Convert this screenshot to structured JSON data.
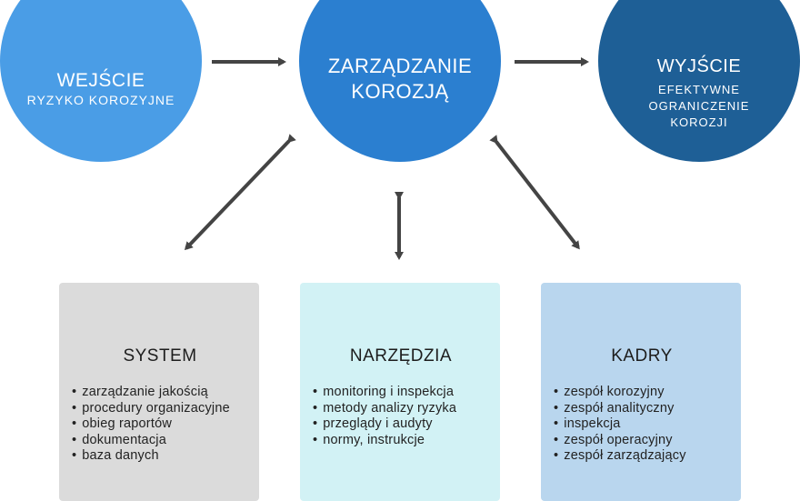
{
  "circles": {
    "input": {
      "title": "WEJŚCIE",
      "subtitle": "RYZYKO KOROZYJNE"
    },
    "management": {
      "title": "ZARZĄDZANIE KOROZJĄ"
    },
    "output": {
      "title": "WYJŚCIE",
      "subtitle": "EFEKTYWNE OGRANICZENIE KOROZJI"
    }
  },
  "boxes": {
    "system": {
      "title": "SYSTEM",
      "items": [
        "zarządzanie jakością",
        "procedury organizacyjne",
        "obieg raportów",
        "dokumentacja",
        "baza danych"
      ]
    },
    "tools": {
      "title": "NARZĘDZIA",
      "items": [
        "monitoring i inspekcja",
        "metody analizy ryzyka",
        "przeglądy i audyty",
        "normy, instrukcje"
      ]
    },
    "staff": {
      "title": "KADRY",
      "items": [
        "zespół korozyjny",
        "zespół analityczny",
        "inspekcja",
        "zespół operacyjny",
        "zespół zarządzający"
      ]
    }
  },
  "colors": {
    "input_circle": "#4a9de6",
    "management_circle": "#2b7fd0",
    "output_circle": "#1e5f96",
    "system_box": "#dbdbdb",
    "tools_box": "#d2f2f5",
    "staff_box": "#b9d6ee",
    "arrow": "#444444"
  }
}
